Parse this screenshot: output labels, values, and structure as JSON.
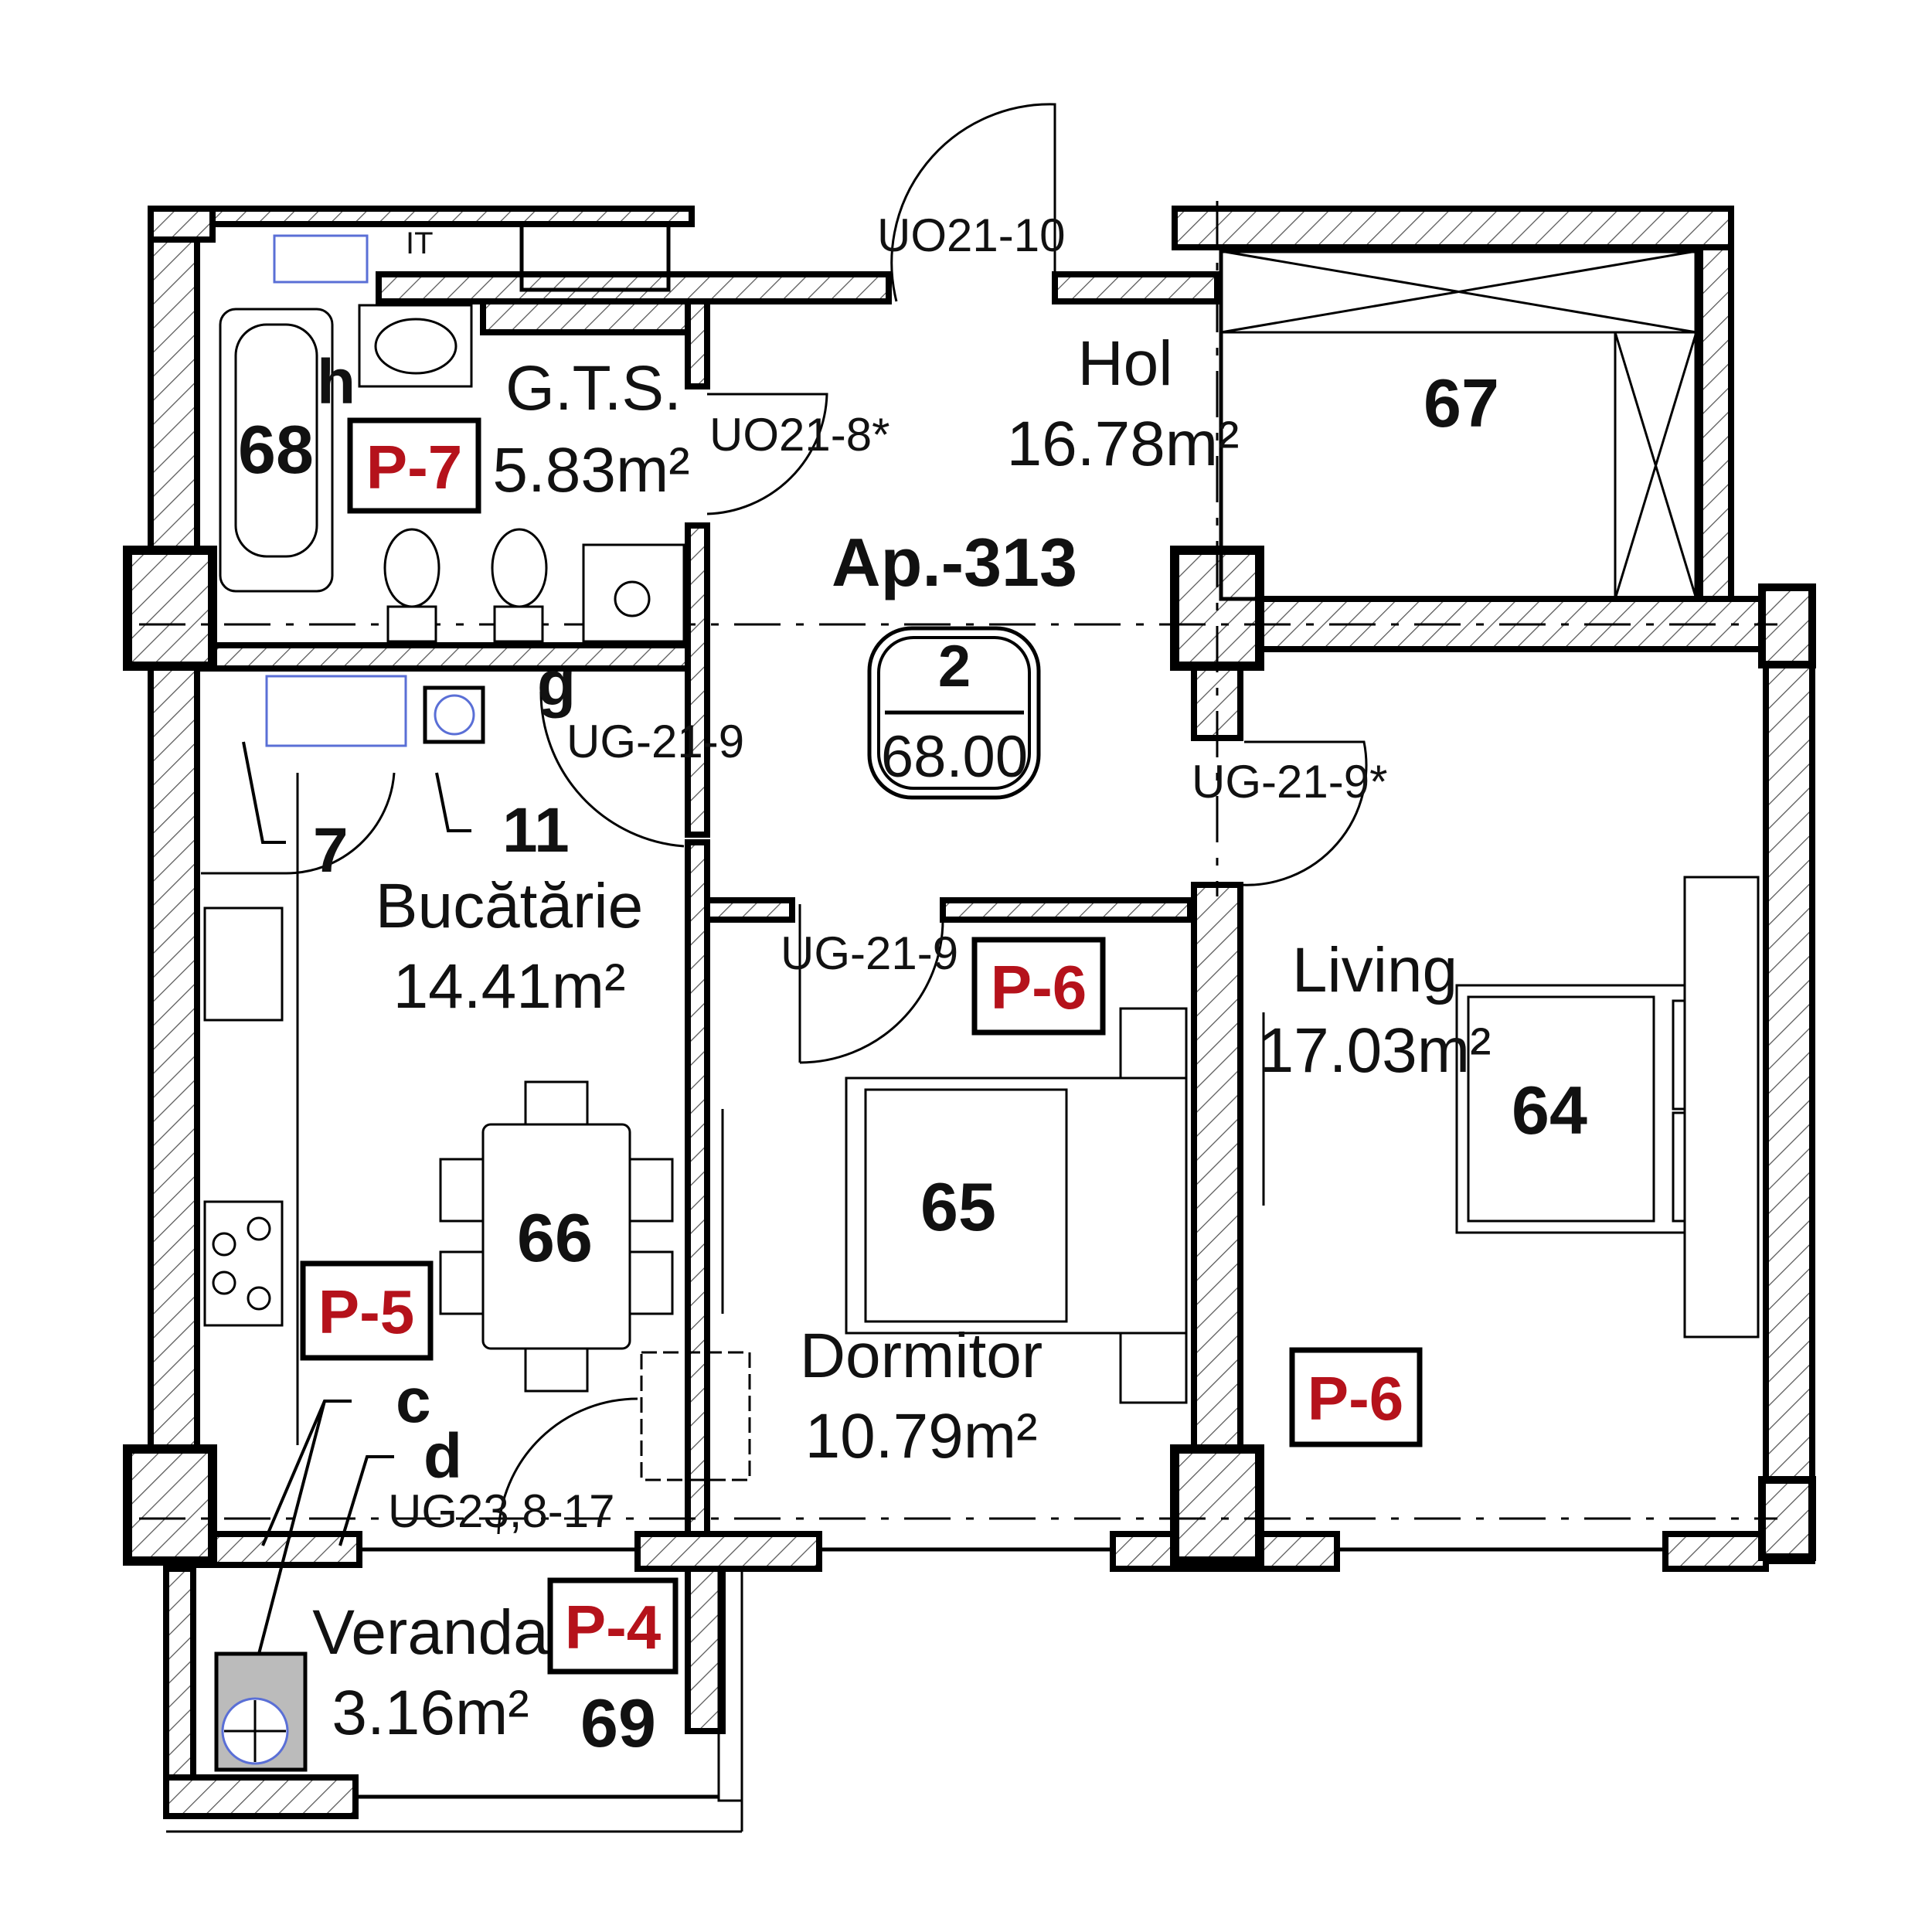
{
  "apartment": {
    "label": "Ap.-313",
    "rooms_count": "2",
    "total_area": "68.00"
  },
  "rooms": {
    "gts": {
      "name": "G.T.S.",
      "area": "5.83m²",
      "number": "68",
      "tag": "P-7"
    },
    "hol": {
      "name": "Hol",
      "area": "16.78m²"
    },
    "closet": {
      "number": "67"
    },
    "kitchen": {
      "name": "Bucătărie",
      "area": "14.41m²",
      "number": "66",
      "tag": "P-5"
    },
    "bedroom": {
      "name": "Dormitor",
      "area": "10.79m²",
      "number": "65",
      "tag": "P-6"
    },
    "living": {
      "name": "Living",
      "area": "17.03m²",
      "number": "64",
      "tag": "P-6"
    },
    "veranda": {
      "name": "Veranda",
      "area": "3.16m²",
      "number": "69",
      "tag": "P-4"
    }
  },
  "doors": {
    "entry": "UO21-10",
    "bath": "UO21-8*",
    "kitchen": "UG-21-9",
    "living": "UG-21-9*",
    "bedroom": "UG-21-9",
    "veranda": "UG23,8-17"
  },
  "markers": {
    "h": "h",
    "g": "g",
    "seven": "7",
    "eleven": "11",
    "c": "c",
    "d": "d",
    "it": "IT"
  },
  "colors": {
    "tag_text": "#b5121b",
    "fixture_blue": "#5a6fd6"
  }
}
